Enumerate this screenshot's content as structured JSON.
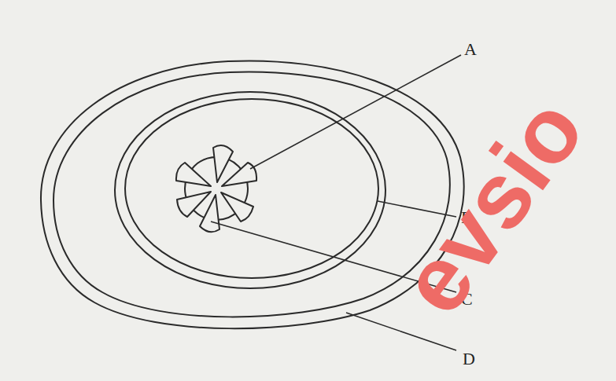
{
  "diagram": {
    "labels": [
      "A",
      "B",
      "C",
      "D",
      "evsio"
    ]
  }
}
